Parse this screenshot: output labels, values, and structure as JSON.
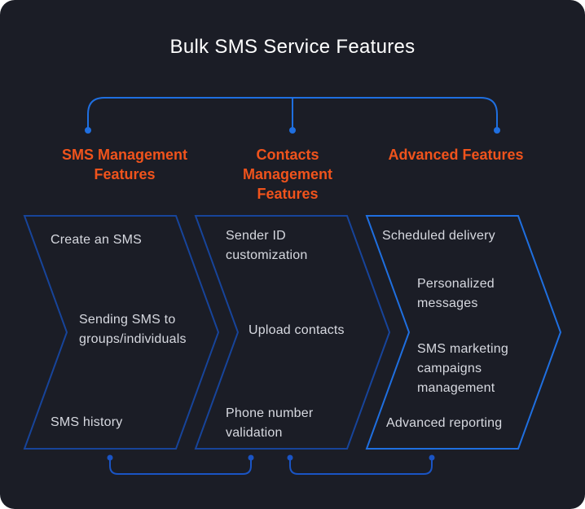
{
  "title": "Bulk SMS Service Features",
  "colors": {
    "background": "#1b1d26",
    "accent_blue": "#1f6fe0",
    "chevron_outline_dark": "#17449a",
    "heading_orange": "#f0531c",
    "text_light": "#d7d9e0"
  },
  "columns": [
    {
      "heading": "SMS Management\nFeatures",
      "items": [
        "Create an SMS",
        "Sending SMS to\ngroups/individuals",
        "SMS history"
      ]
    },
    {
      "heading": "Contacts\nManagement\nFeatures",
      "items": [
        "Sender ID\ncustomization",
        "Upload contacts",
        "Phone number\nvalidation"
      ]
    },
    {
      "heading": "Advanced Features",
      "items": [
        "Scheduled delivery",
        "Personalized\nmessages",
        "SMS marketing\ncampaigns\nmanagement",
        "Advanced reporting"
      ]
    }
  ]
}
